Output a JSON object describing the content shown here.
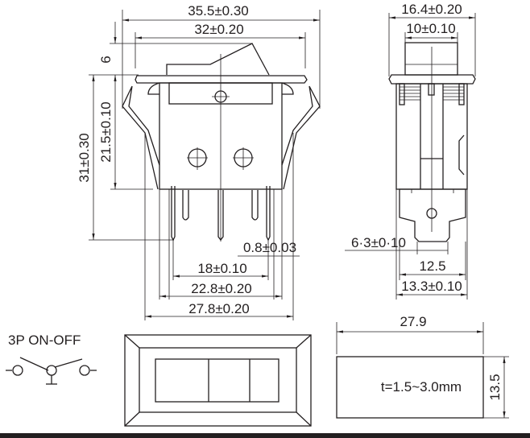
{
  "front_view": {
    "overall_width": "35.5±0.30",
    "flange_width": "32±0.20",
    "rocker_height": "6",
    "body_height": "21.5±0.10",
    "total_height": "31±0.30",
    "pin_thickness": "0.8±0.03",
    "pin_span_outer": "18±0.10",
    "body_width": "22.8±0.20",
    "clip_width": "27.8±0.20"
  },
  "side_view": {
    "flange_depth": "16.4±0.20",
    "rocker_depth": "10±0.10",
    "tab_width": "6·3±0·10",
    "terminal_width": "12.5",
    "body_depth": "13.3±0.10"
  },
  "schematic": {
    "label": "3P  ON-OFF"
  },
  "panel_cutout": {
    "width": "27.9",
    "height": "13.5",
    "thickness": "t=1.5~3.0mm"
  }
}
